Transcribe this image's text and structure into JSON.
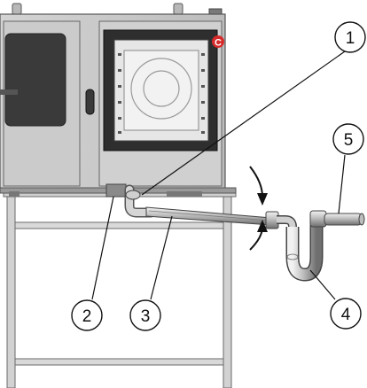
{
  "figure": {
    "callouts": [
      {
        "label": "1"
      },
      {
        "label": "2"
      },
      {
        "label": "3"
      },
      {
        "label": "4"
      },
      {
        "label": "5"
      }
    ],
    "brand_mark": "C",
    "brand_color": "#d62b2b",
    "body_color": "#c9c9c9",
    "panel_color": "#3a3a3a"
  }
}
